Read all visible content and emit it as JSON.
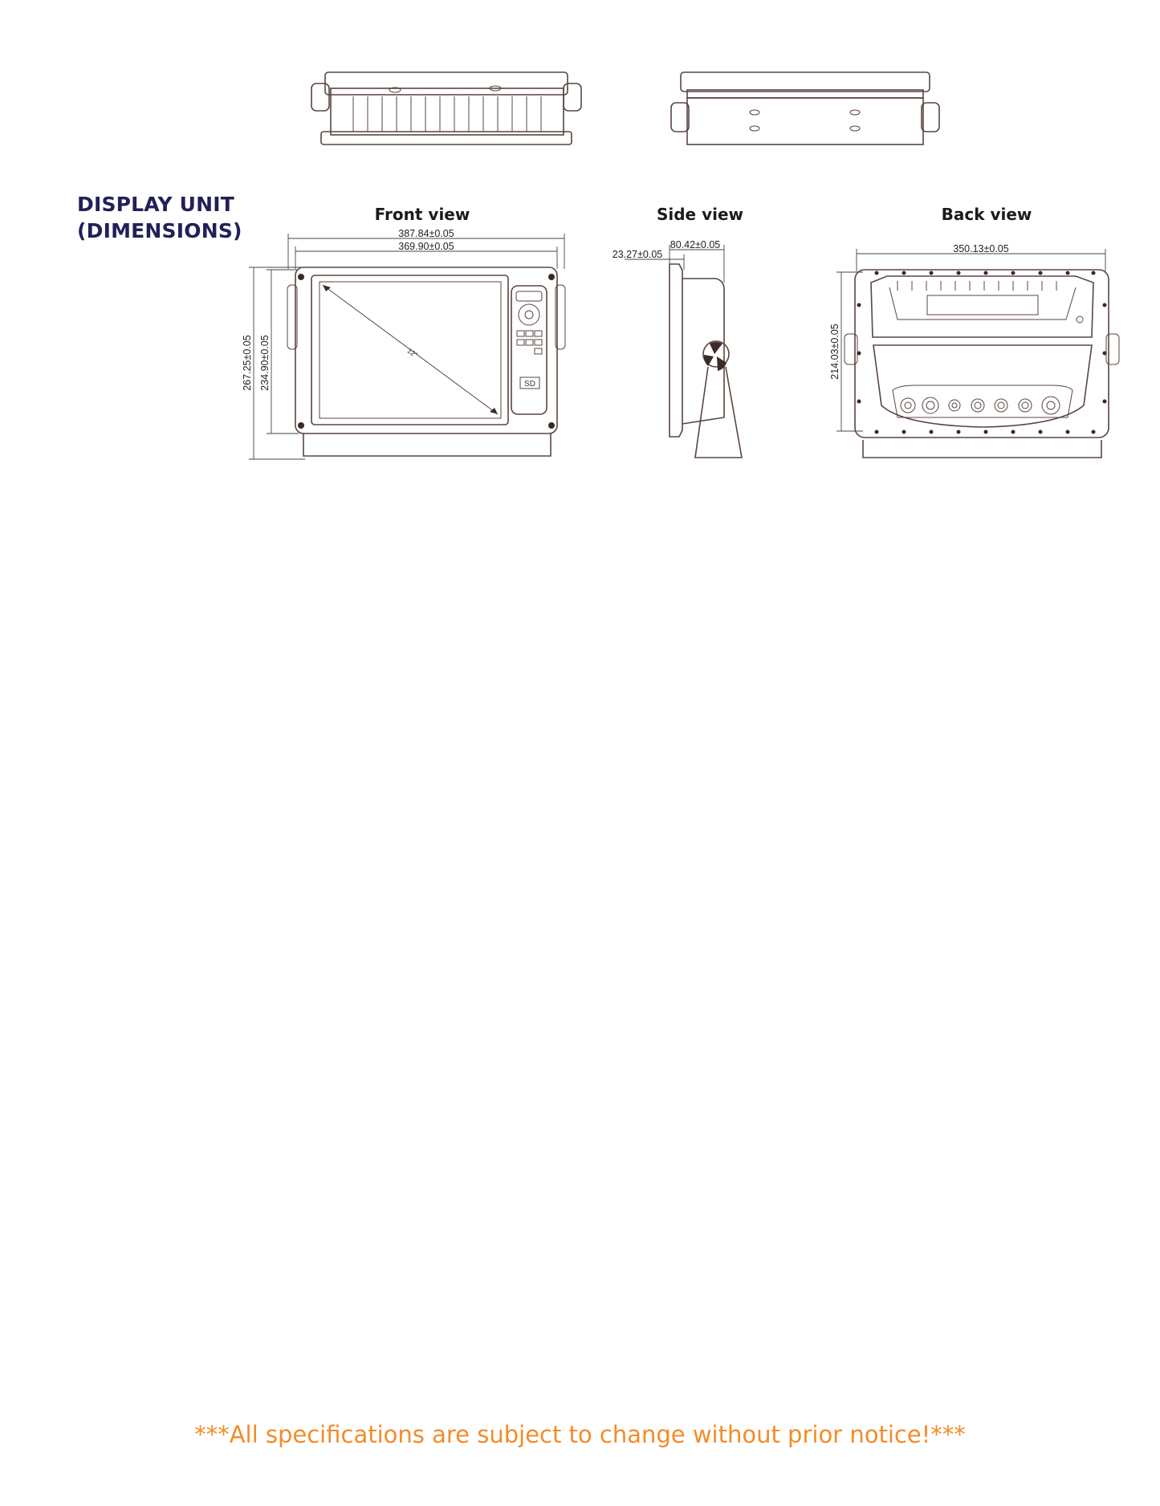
{
  "section": {
    "title_line1": "DISPLAY UNIT",
    "title_line2": "(DIMENSIONS)"
  },
  "views": {
    "front": {
      "title": "Front view",
      "width_outer": "387.84±0.05",
      "width_inner": "369.90±0.05",
      "height_outer": "267.25±0.05",
      "height_inner": "234.90±0.05",
      "diagonal": "12\""
    },
    "side": {
      "title": "Side view",
      "depth": "80.42±0.05",
      "bezel": "23.27±0.05"
    },
    "back": {
      "title": "Back view",
      "width": "350.13±0.05",
      "height": "214.03±0.05"
    }
  },
  "keypad": {
    "card_label": "SD"
  },
  "footer": {
    "notice": "***All specifications are subject to change without prior notice!***"
  },
  "colors": {
    "title": "#22205a",
    "notice": "#f28c28",
    "line": "#5a4540"
  }
}
